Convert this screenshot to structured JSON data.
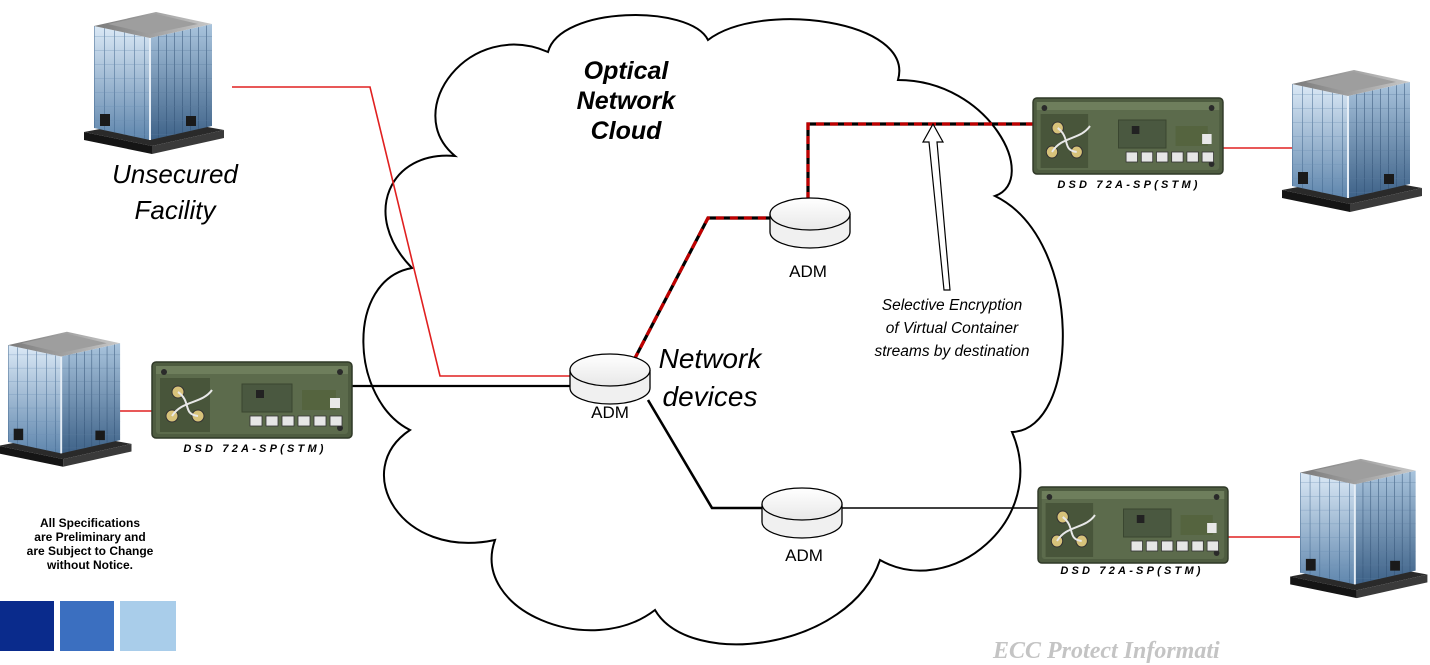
{
  "diagram": {
    "cloud_title": [
      "Optical",
      "Network",
      "Cloud"
    ],
    "unsecured_facility": [
      "Unsecured",
      "Facility"
    ],
    "network_devices": [
      "Network",
      "devices"
    ],
    "selective_encryption": [
      "Selective Encryption",
      "of Virtual Container",
      "streams by destination"
    ],
    "adm_label": "ADM",
    "device_model": "DSD 72A-SP(STM)",
    "notice": [
      "All Specifications",
      "are Preliminary and",
      "are Subject to Change",
      "without Notice."
    ],
    "footer_partial": "ECC Protect  Informati",
    "colors": {
      "link_unsecured": "#e02020",
      "link_encrypted_dash": "#c00000",
      "link_plain": "#000000",
      "brand_blocks": [
        "#0a2b8c",
        "#3b6fc0",
        "#a9cdea"
      ]
    }
  }
}
